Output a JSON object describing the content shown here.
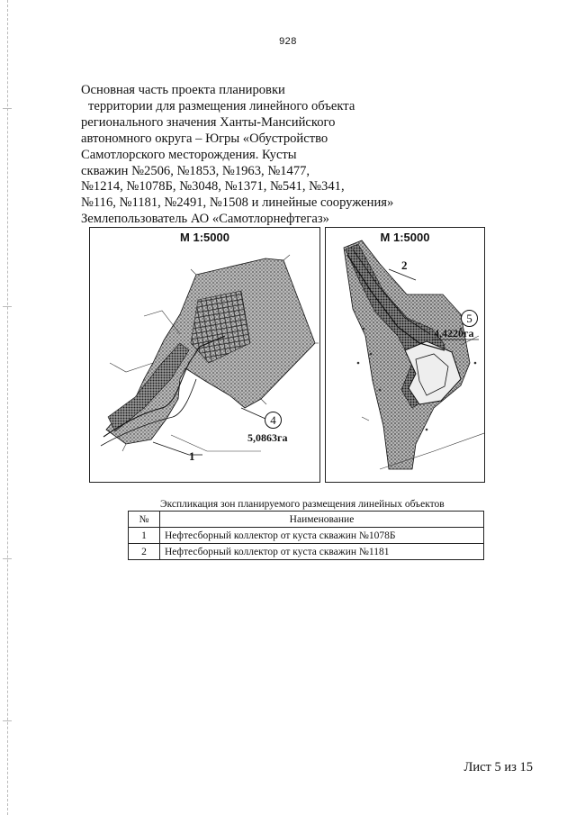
{
  "page": {
    "number": "928"
  },
  "title": {
    "lines": [
      "Основная часть проекта планировки",
      "территории для размещения линейного объекта",
      "регионального значения Ханты-Мансийского",
      "автономного округа – Югры «Обустройство",
      "Самотлорского месторождения. Кусты",
      "скважин №2506, №1853, №1963, №1477,",
      "№1214, №1078Б, №3048, №1371, №541, №341,",
      "№116, №1181, №2491, №1508 и линейные сооружения»",
      "Землепользователь АО «Самотлорнефтегаз»"
    ]
  },
  "maps": {
    "left": {
      "scale": "М 1:5000",
      "zone_number": "4",
      "area": "5,0863га",
      "callout": "1"
    },
    "right": {
      "scale": "М 1:5000",
      "zone_number": "5",
      "area": "4,4220га",
      "callout": "2"
    }
  },
  "explication": {
    "caption": "Экспликация зон планируемого размещения линейных объектов",
    "headers": {
      "num": "№",
      "name": "Наименование"
    },
    "rows": [
      {
        "num": "1",
        "name": "Нефтесборный коллектор от куста скважин №1078Б"
      },
      {
        "num": "2",
        "name": "Нефтесборный коллектор от куста скважин №1181"
      }
    ]
  },
  "footer": {
    "sheet": "Лист 5 из 15"
  }
}
